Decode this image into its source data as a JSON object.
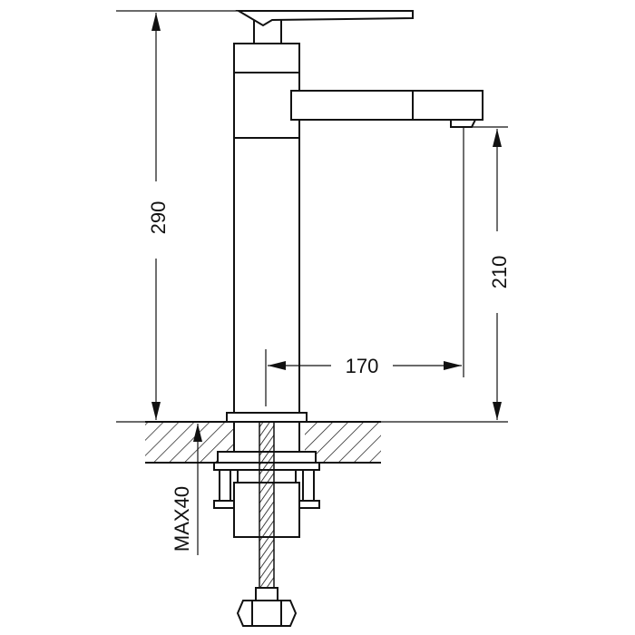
{
  "dimensions": {
    "overall_height": "290",
    "spout_height": "210",
    "spout_reach": "170",
    "max_counter_thickness": "MAX40"
  },
  "colors": {
    "line": "#111111",
    "background": "#ffffff"
  }
}
